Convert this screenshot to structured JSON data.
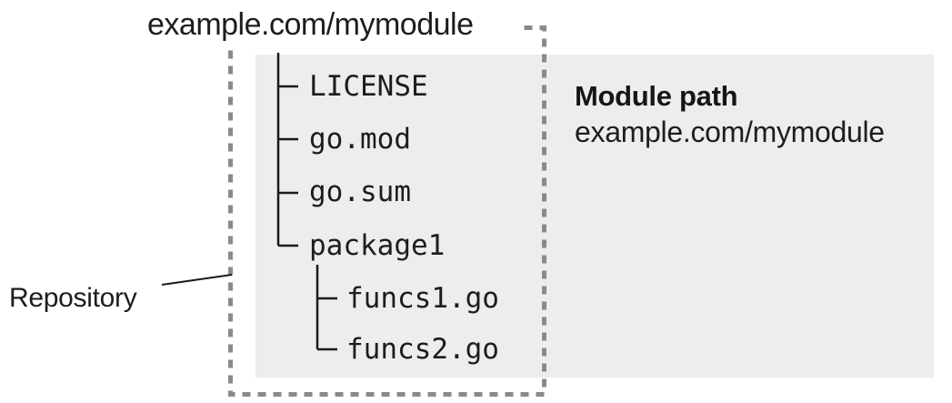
{
  "header": {
    "title": "example.com/mymodule"
  },
  "repository": {
    "label": "Repository"
  },
  "module_panel": {
    "heading": "Module path",
    "path": "example.com/mymodule"
  },
  "tree": {
    "items": [
      {
        "label": "LICENSE",
        "level": 1
      },
      {
        "label": "go.mod",
        "level": 1
      },
      {
        "label": "go.sum",
        "level": 1
      },
      {
        "label": "package1",
        "level": 1
      },
      {
        "label": "funcs1.go",
        "level": 2
      },
      {
        "label": "funcs2.go",
        "level": 2
      }
    ]
  },
  "colors": {
    "panel_fill": "#ededed",
    "dashed_border": "#8a8a8a",
    "text": "#1d1d1d",
    "connector_line": "#1a1a1a"
  }
}
